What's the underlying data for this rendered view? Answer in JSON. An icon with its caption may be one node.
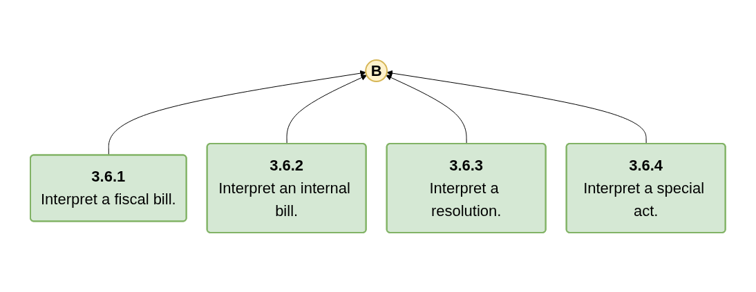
{
  "diagram": {
    "nodes": [
      {
        "text": [
          "B"
        ]
      },
      {
        "text": [
          "3.6.1",
          "Interpret a fiscal bill."
        ]
      },
      {
        "text": [
          "3.6.2",
          "Interpret an internal bill."
        ]
      },
      {
        "text": [
          "3.6.3",
          "Interpret a resolution."
        ]
      },
      {
        "text": [
          "3.6.4",
          "Interpret a special act."
        ]
      }
    ],
    "edges": [
      {
        "from": 1,
        "to": 0,
        "arrow": "to"
      },
      {
        "from": 2,
        "to": 0,
        "arrow": "to"
      },
      {
        "from": 3,
        "to": 0,
        "arrow": "to"
      },
      {
        "from": 4,
        "to": 0,
        "arrow": "to"
      }
    ]
  }
}
